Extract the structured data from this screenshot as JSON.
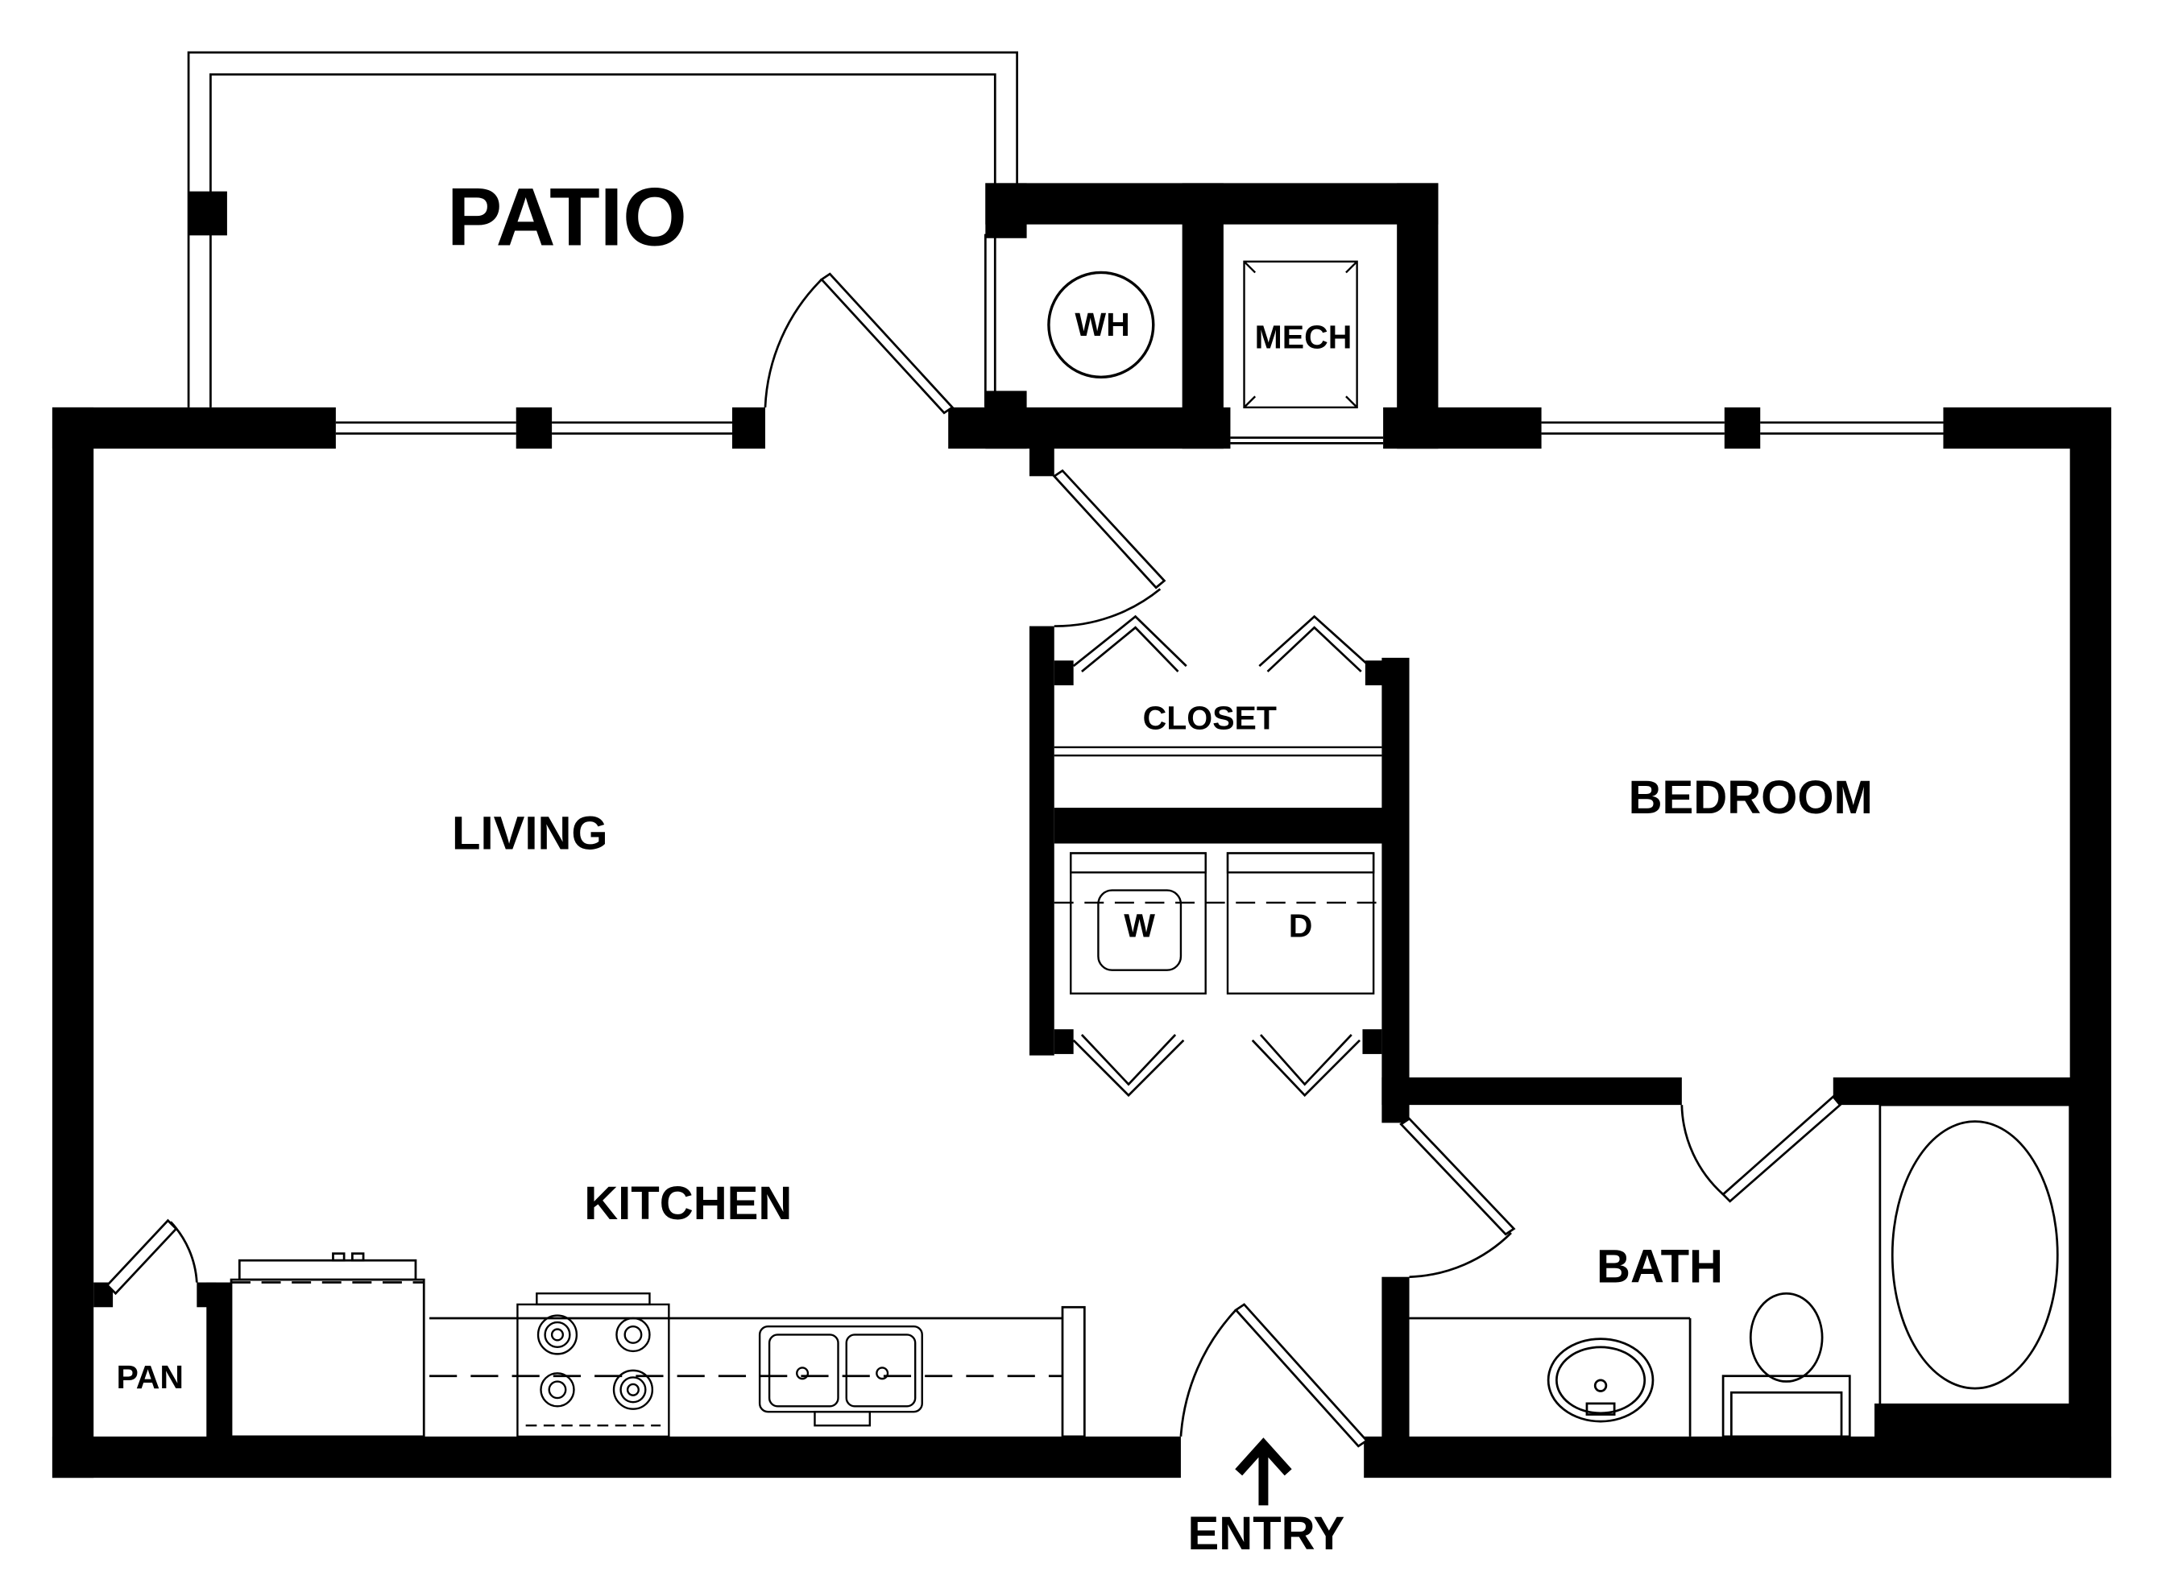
{
  "colors": {
    "wall": "#000000",
    "paper": "#ffffff",
    "line": "#000000"
  },
  "rooms": {
    "patio": "PATIO",
    "living": "LIVING",
    "kitchen": "KITCHEN",
    "bedroom": "BEDROOM",
    "bath": "BATH",
    "closet": "CLOSET",
    "pantry": "PAN"
  },
  "fixtures": {
    "water_heater": "WH",
    "mechanical": "MECH",
    "washer": "W",
    "dryer": "D"
  },
  "entry": {
    "label": "ENTRY",
    "icon": "arrow-up-icon"
  }
}
